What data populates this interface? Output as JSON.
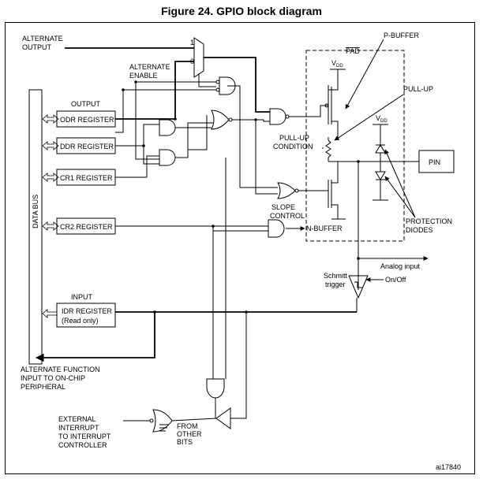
{
  "title": "Figure 24. GPIO block diagram",
  "labels": {
    "alternate_output_1": "ALTERNATE",
    "alternate_output_2": "OUTPUT",
    "alternate_enable_1": "ALTERNATE",
    "alternate_enable_2": "ENABLE",
    "mux_1": "1",
    "mux_0": "0",
    "output": "OUTPUT",
    "input": "INPUT",
    "data_bus": "DATA BUS",
    "p_buffer": "P-BUFFER",
    "pad": "PAD",
    "vdd_1": "V",
    "vdd_sub": "DD",
    "pull_up": "PULL-UP",
    "pull_up_condition_1": "PULL-UP",
    "pull_up_condition_2": "CONDITION",
    "slope_control_1": "SLOPE",
    "slope_control_2": "CONTROL",
    "n_buffer": "N-BUFFER",
    "pin": "PIN",
    "protection_diodes_1": "PROTECTION",
    "protection_diodes_2": "DIODES",
    "analog_input": "Analog input",
    "schmitt_1": "Schmitt",
    "schmitt_2": "trigger",
    "on_off": "On/Off",
    "alt_func_1": "ALTERNATE FUNCTION",
    "alt_func_2": "INPUT TO ON-CHIP",
    "alt_func_3": "PERIPHERAL",
    "ext_int_1": "EXTERNAL",
    "ext_int_2": "INTERRUPT",
    "ext_int_3": "TO INTERRUPT",
    "ext_int_4": "CONTROLLER",
    "from_other_1": "FROM",
    "from_other_2": "OTHER",
    "from_other_3": "BITS",
    "ref": "ai17840"
  },
  "registers": {
    "odr": "ODR REGISTER",
    "ddr": "DDR REGISTER",
    "cr1": "CR1 REGISTER",
    "cr2": "CR2 REGISTER",
    "idr_1": "IDR REGISTER",
    "idr_2": "(Read only)"
  }
}
